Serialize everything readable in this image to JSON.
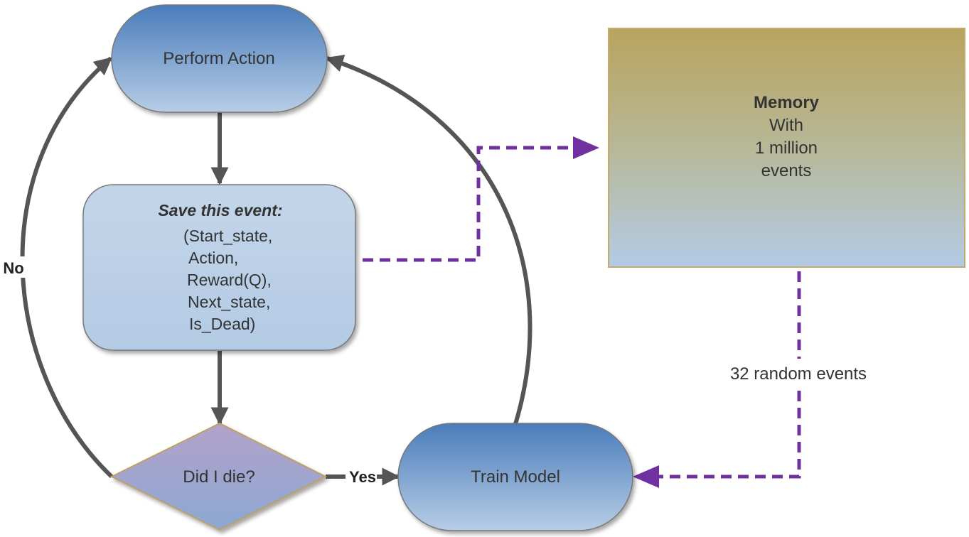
{
  "diagram": {
    "colors": {
      "solid_edge": "#555555",
      "dashed_edge": "#7030a0",
      "terminal_top": "#4a7dbb",
      "terminal_bottom": "#b8cde6",
      "process_top": "#c3d5e8",
      "process_bottom": "#b4cbe5",
      "decision_top": "#b3a2c9",
      "decision_bottom": "#8ba8d2",
      "decision_border": "#c0a060",
      "memory_top": "#b9a35e",
      "memory_bottom": "#b4cbe6",
      "memory_border": "#c4aa6a"
    },
    "nodes": {
      "perform_action": {
        "label": "Perform Action",
        "shape": "terminal"
      },
      "save_event": {
        "shape": "rounded-rectangle",
        "title": "Save this event:",
        "lines": [
          "(Start_state,",
          "Action,",
          "Reward(Q),",
          "Next_state,",
          "Is_Dead)"
        ]
      },
      "decision": {
        "label": "Did I die?",
        "shape": "diamond"
      },
      "train_model": {
        "label": "Train Model",
        "shape": "terminal"
      },
      "memory": {
        "shape": "rectangle",
        "title": "Memory",
        "lines": [
          "With",
          "1 million",
          "events"
        ]
      }
    },
    "edges": {
      "perform_to_save": {
        "from": "Perform Action",
        "to": "Save this event",
        "style": "solid"
      },
      "save_to_decision": {
        "from": "Save this event",
        "to": "Did I die?",
        "style": "solid"
      },
      "decision_no": {
        "from": "Did I die?",
        "to": "Perform Action",
        "style": "solid",
        "label": "No"
      },
      "decision_yes": {
        "from": "Did I die?",
        "to": "Train Model",
        "style": "solid",
        "label": "Yes"
      },
      "train_to_perform": {
        "from": "Train Model",
        "to": "Perform Action",
        "style": "solid"
      },
      "save_to_memory": {
        "from": "Save this event",
        "to": "Memory",
        "style": "dashed"
      },
      "memory_to_train": {
        "from": "Memory",
        "to": "Train Model",
        "style": "dashed",
        "label": "32 random events"
      }
    }
  }
}
